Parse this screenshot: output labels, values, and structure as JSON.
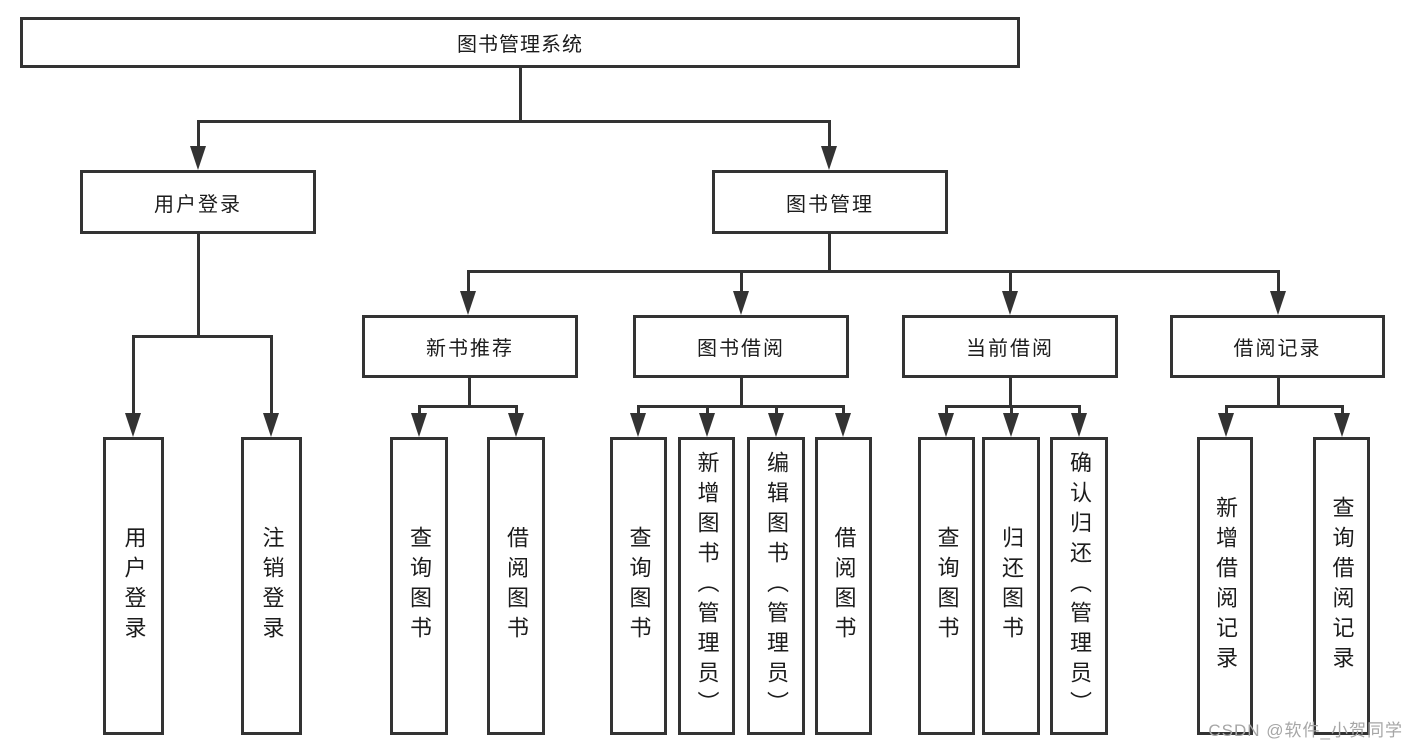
{
  "diagram": {
    "root": {
      "label": "图书管理系统"
    },
    "user_login": {
      "label": "用户登录",
      "children": [
        {
          "label": "用户登录"
        },
        {
          "label": "注销登录"
        }
      ]
    },
    "book_management": {
      "label": "图书管理",
      "sections": [
        {
          "label": "新书推荐",
          "children": [
            {
              "label": "查询图书"
            },
            {
              "label": "借阅图书"
            }
          ]
        },
        {
          "label": "图书借阅",
          "children": [
            {
              "label": "查询图书"
            },
            {
              "label": "新增图书（管理员）"
            },
            {
              "label": "编辑图书（管理员）"
            },
            {
              "label": "借阅图书"
            }
          ]
        },
        {
          "label": "当前借阅",
          "children": [
            {
              "label": "查询图书"
            },
            {
              "label": "归还图书"
            },
            {
              "label": "确认归还（管理员）"
            }
          ]
        },
        {
          "label": "借阅记录",
          "children": [
            {
              "label": "新增借阅记录"
            },
            {
              "label": "查询借阅记录"
            }
          ]
        }
      ]
    }
  },
  "watermark": {
    "text": "CSDN @软件_小贺同学"
  },
  "colors": {
    "border": "#333333",
    "line": "#333333",
    "text": "#1c1c1c",
    "background": "#ffffff",
    "watermark": "#a6a6a6"
  }
}
